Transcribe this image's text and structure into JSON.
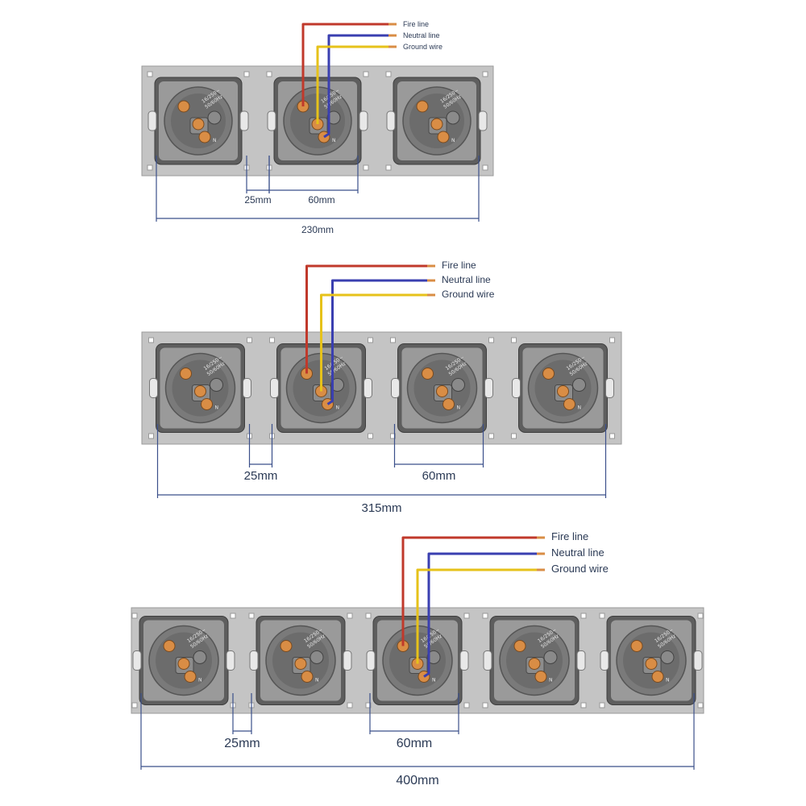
{
  "colors": {
    "fire": "#c0392b",
    "neutral": "#3a3fb0",
    "ground": "#e6c21a",
    "plate": "#c4c4c4",
    "socket_frame": "#5e5e5e",
    "socket_body": "#7a7a7a",
    "terminal": "#d98d45",
    "dim_line": "#3b4f8a"
  },
  "wire_labels": {
    "fire": "Fire line",
    "neutral": "Neutral line",
    "ground": "Ground wire"
  },
  "spec_text": {
    "line1": "16/250~",
    "line2": "50/60Hz",
    "neutral_mark": "N"
  },
  "assemblies": [
    {
      "id": "triple",
      "socket_count": 3,
      "wired_socket": 2,
      "dim_small": "25mm",
      "dim_medium": "60mm",
      "dim_total": "230mm"
    },
    {
      "id": "quadruple",
      "socket_count": 4,
      "wired_socket": 2,
      "dim_small": "25mm",
      "dim_medium": "60mm",
      "dim_total": "315mm"
    },
    {
      "id": "quintuple",
      "socket_count": 5,
      "wired_socket": 3,
      "dim_small": "25mm",
      "dim_medium": "60mm",
      "dim_total": "400mm"
    }
  ]
}
